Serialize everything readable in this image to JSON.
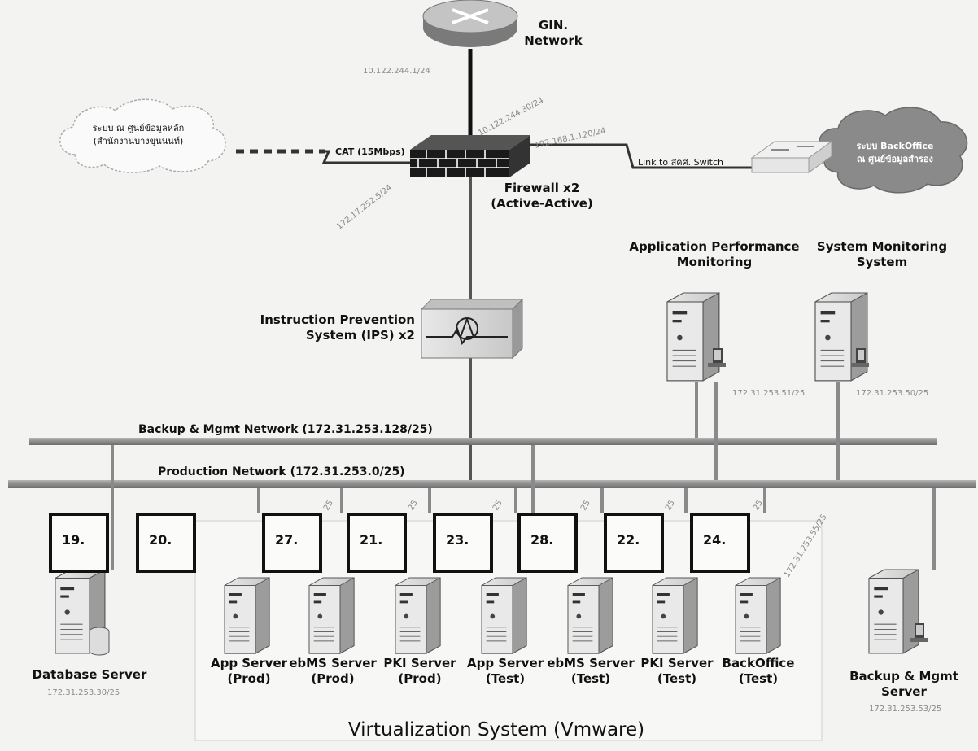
{
  "gin": {
    "label_line1": "GIN.",
    "label_line2": "Network",
    "ip": "10.122.244.1/24"
  },
  "firewall": {
    "label_line1": "Firewall x2",
    "label_line2": "(Active-Active)",
    "ip_top": "10.122.244.30/24",
    "ip_right": "192.168.1.120/24",
    "ip_left": "172.17.252.5/24"
  },
  "links": {
    "cat": "CAT (15Mbps)",
    "switch": "Link to สคศ. Switch"
  },
  "cloud_left": {
    "line1": "ระบบ ณ ศูนย์ข้อมูลหลัก",
    "line2": "(สำนักงานบางขุนนนท์)"
  },
  "cloud_right": {
    "line1": "ระบบ BackOffice",
    "line2": "ณ ศูนย์ข้อมูลสำรอง"
  },
  "ips": {
    "label_line1": "Instruction Prevention",
    "label_line2": "System (IPS) x2"
  },
  "apm": {
    "label_line1": "Application Performance",
    "label_line2": "Monitoring",
    "ip": "172.31.253.51/25"
  },
  "sms": {
    "label_line1": "System Monitoring",
    "label_line2": "System",
    "ip": "172.31.253.50/25"
  },
  "networks": {
    "backup": "Backup & Mgmt Network  (172.31.253.128/25)",
    "production": "Production Network (172.31.253.0/25)"
  },
  "boxes": [
    "19.",
    "20.",
    "27.",
    "21.",
    "23.",
    "28.",
    "22.",
    "24."
  ],
  "servers": [
    {
      "line1": "Database Server",
      "line2": "",
      "ip": "172.31.253.30/25"
    },
    {
      "line1": "App Server",
      "line2": "(Prod)"
    },
    {
      "line1": "ebMS Server",
      "line2": "(Prod)"
    },
    {
      "line1": "PKI Server",
      "line2": "(Prod)"
    },
    {
      "line1": "App Server",
      "line2": "(Test)"
    },
    {
      "line1": "ebMS Server",
      "line2": "(Test)"
    },
    {
      "line1": "PKI Server",
      "line2": "(Test)"
    },
    {
      "line1": "BackOffice",
      "line2": "(Test)",
      "ip": "172.31.253.55/25"
    },
    {
      "line1": "Backup & Mgmt",
      "line2": "Server",
      "ip": "172.31.253.53/25"
    }
  ],
  "frag_ips": [
    "25",
    "25",
    "25",
    "25",
    "25",
    "25"
  ],
  "virtualization": "Virtualization System (Vmware)"
}
